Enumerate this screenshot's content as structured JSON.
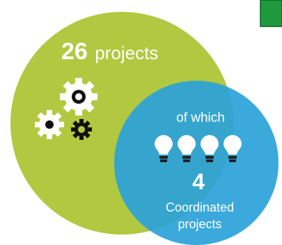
{
  "colors": {
    "big_circle": "#b2c840",
    "small_circle": "#2aa2d9",
    "corner_square": "#1e9a3c",
    "corner_square_border": "#0e5b20",
    "text": "#ffffff",
    "gear_dark": "#111111"
  },
  "big_circle": {
    "count": "26",
    "count_label": "projects",
    "icon": "gears-icon"
  },
  "small_circle": {
    "intro": "of which",
    "bulb_count": 4,
    "icon": "lightbulb-icon",
    "count": "4",
    "label_line1": "Coordinated",
    "label_line2": "projects"
  }
}
